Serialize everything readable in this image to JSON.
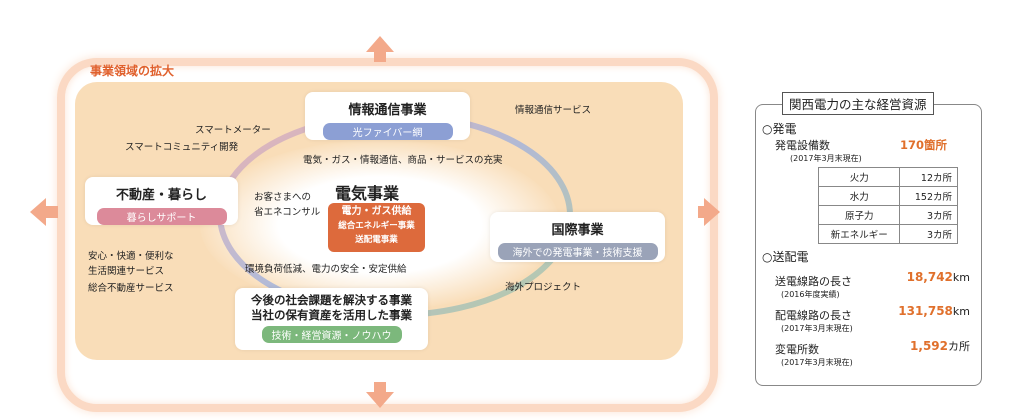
{
  "diagram": {
    "title": "事業領域の拡大",
    "info": {
      "title": "情報通信事業",
      "tag": "光ファイバー網"
    },
    "realestate": {
      "title": "不動産・暮らし",
      "tag": "暮らしサポート"
    },
    "intl": {
      "title": "国際事業",
      "tag": "海外での発電事業・技術支援"
    },
    "future": {
      "title1": "今後の社会課題を解決する事業",
      "title2": "当社の保有資産を活用した事業",
      "tag": "技術・経営資源・ノウハウ"
    },
    "electric": {
      "title": "電気事業",
      "lines": [
        "電力・ガス供給",
        "総合エネルギー事業",
        "送配電事業"
      ]
    },
    "labels": {
      "smartmeter": "スマートメーター",
      "smartcommunity": "スマートコミュニティ開発",
      "infoservice": "情報通信サービス",
      "enhance": "電気・ガス・情報通信、商品・サービスの充実",
      "consult1": "お客さまへの",
      "consult2": "省エネコンサル",
      "env": "環境負荷低減、電力の安全・安定供給",
      "life1": "安心・快適・便利な",
      "life2": "生活関連サービス",
      "realestate_service": "総合不動産サービス",
      "overseas": "海外プロジェクト"
    }
  },
  "panel": {
    "title": "関西電力の主な経営資源",
    "gen": {
      "heading": "○発電",
      "label": "発電設備数",
      "value": "170箇所",
      "note": "(2017年3月末現在)",
      "rows": [
        {
          "k": "火力",
          "v": "12カ所"
        },
        {
          "k": "水力",
          "v": "152カ所"
        },
        {
          "k": "原子力",
          "v": "3カ所"
        },
        {
          "k": "新エネルギー",
          "v": "3カ所"
        }
      ]
    },
    "trans": {
      "heading": "○送配電",
      "items": [
        {
          "label": "送電線路の長さ",
          "num": "18,742",
          "unit": "km",
          "note": "(2016年度実績)"
        },
        {
          "label": "配電線路の長さ",
          "num": "131,758",
          "unit": "km",
          "note": "(2017年3月末現在)"
        },
        {
          "label": "変電所数",
          "num": "1,592",
          "unit": "カ所",
          "note": "(2017年3月末現在)"
        }
      ]
    }
  },
  "colors": {
    "accent": "#e0602c",
    "blue": "#8c9fd4",
    "pink": "#dc8a9a",
    "gray": "#9aa3b8",
    "green": "#7cb87c",
    "orange_box": "#dd6a3c"
  }
}
